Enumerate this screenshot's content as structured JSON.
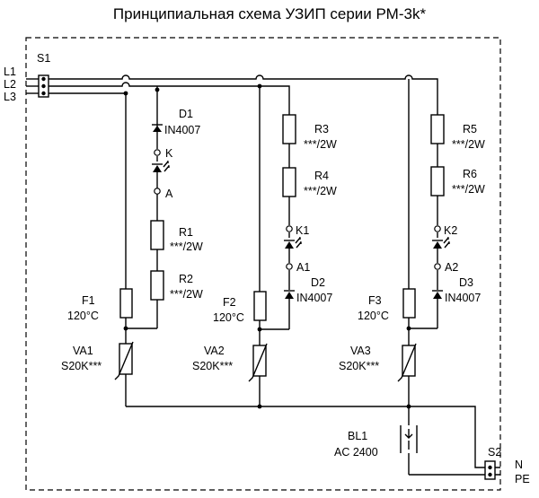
{
  "title": "Принципиальная  схема УЗИП серии РМ-3k*",
  "terminals": {
    "s1": "S1",
    "l1": "L1",
    "l2": "L2",
    "l3": "L3",
    "s2": "S2",
    "n": "N",
    "pe": "PE"
  },
  "components": {
    "d1": {
      "ref": "D1",
      "part": "IN4007",
      "k": "K",
      "a": "A"
    },
    "r1": {
      "ref": "R1",
      "value": "***/2W"
    },
    "r2": {
      "ref": "R2",
      "value": "***/2W"
    },
    "f1": {
      "ref": "F1",
      "value": "120°C"
    },
    "va1": {
      "ref": "VA1",
      "value": "S20K***"
    },
    "r3": {
      "ref": "R3",
      "value": "***/2W"
    },
    "r4": {
      "ref": "R4",
      "value": "***/2W"
    },
    "led2": {
      "k": "K1",
      "a": "A1"
    },
    "d2": {
      "ref": "D2",
      "part": "IN4007"
    },
    "f2": {
      "ref": "F2",
      "value": "120°C"
    },
    "va2": {
      "ref": "VA2",
      "value": "S20K***"
    },
    "r5": {
      "ref": "R5",
      "value": "***/2W"
    },
    "r6": {
      "ref": "R6",
      "value": "***/2W"
    },
    "led3": {
      "k": "K2",
      "a": "A2"
    },
    "d3": {
      "ref": "D3",
      "part": "IN4007"
    },
    "f3": {
      "ref": "F3",
      "value": "120°C"
    },
    "va3": {
      "ref": "VA3",
      "value": "S20K***"
    },
    "bl1": {
      "ref": "BL1",
      "value": "AC 2400"
    }
  }
}
